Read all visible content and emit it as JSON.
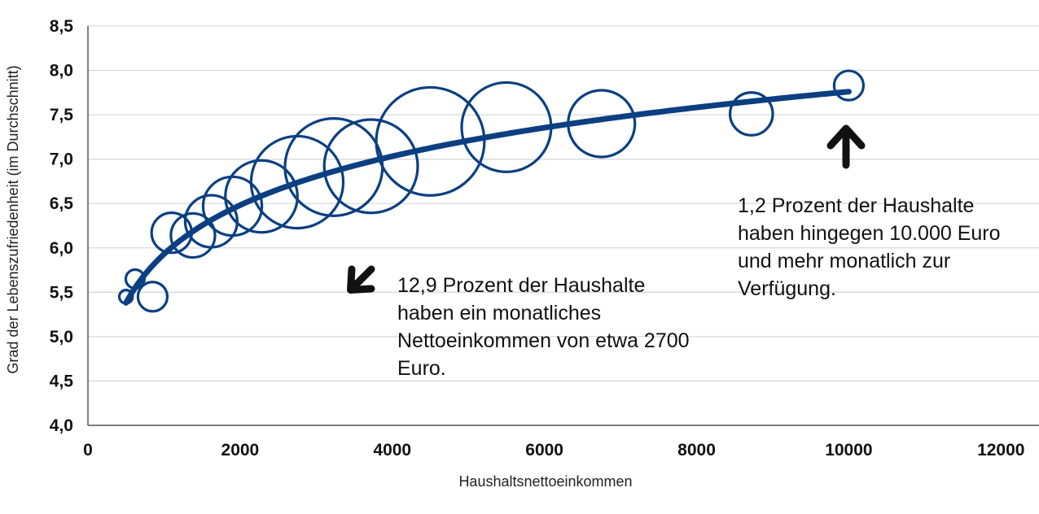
{
  "chart_data": {
    "type": "scatter",
    "xlabel": "Haushaltsnettoeinkommen",
    "ylabel": "Grad der Lebenszufriedenheit (im Durchschnitt)",
    "xlim": [
      0,
      12500
    ],
    "ylim": [
      4.0,
      8.5
    ],
    "x_ticks": [
      0,
      2000,
      4000,
      6000,
      8000,
      10000,
      12000
    ],
    "x_tick_labels": [
      "0",
      "2000",
      "4000",
      "6000",
      "8000",
      "10000",
      "12000"
    ],
    "y_ticks": [
      4.0,
      4.5,
      5.0,
      5.5,
      6.0,
      6.5,
      7.0,
      7.5,
      8.0,
      8.5
    ],
    "y_tick_labels": [
      "4,0",
      "4,5",
      "5,0",
      "5,5",
      "6,0",
      "6,5",
      "7,0",
      "7,5",
      "8,0",
      "8,5"
    ],
    "grid": "horizontal",
    "colors": {
      "bubble": "#0b3f82",
      "trend": "#0b3f82",
      "grid": "#d9d9d9",
      "axis": "#555555",
      "arrow": "#111111"
    },
    "bubble_size_unit": "relative share of households (data units)",
    "points": [
      {
        "x": 500,
        "y": 5.45,
        "size": 0.1
      },
      {
        "x": 620,
        "y": 5.65,
        "size": 0.14
      },
      {
        "x": 850,
        "y": 5.45,
        "size": 0.22
      },
      {
        "x": 1100,
        "y": 6.17,
        "size": 0.3
      },
      {
        "x": 1380,
        "y": 6.14,
        "size": 0.33
      },
      {
        "x": 1620,
        "y": 6.3,
        "size": 0.39
      },
      {
        "x": 1900,
        "y": 6.47,
        "size": 0.44
      },
      {
        "x": 2280,
        "y": 6.58,
        "size": 0.54
      },
      {
        "x": 2750,
        "y": 6.74,
        "size": 0.69
      },
      {
        "x": 3230,
        "y": 6.91,
        "size": 0.73
      },
      {
        "x": 3720,
        "y": 6.92,
        "size": 0.7
      },
      {
        "x": 4500,
        "y": 7.2,
        "size": 0.81
      },
      {
        "x": 5500,
        "y": 7.36,
        "size": 0.67
      },
      {
        "x": 6750,
        "y": 7.4,
        "size": 0.5
      },
      {
        "x": 8720,
        "y": 7.51,
        "size": 0.32
      },
      {
        "x": 10000,
        "y": 7.83,
        "size": 0.22
      }
    ],
    "trendline": {
      "type": "logarithmic",
      "x_range": [
        500,
        10000
      ],
      "points": [
        {
          "x": 500,
          "y": 5.38
        },
        {
          "x": 10000,
          "y": 7.76
        }
      ]
    },
    "annotations": [
      {
        "id": "annot-1",
        "text": "12,9 Prozent der Haushalte haben ein monatliches Nettoeinkommen von etwa 2700 Euro."
      },
      {
        "id": "annot-2",
        "text": "1,2 Prozent der Haushalte haben hingegen 10.000 Euro und mehr monatlich zur Verfügung."
      }
    ]
  }
}
